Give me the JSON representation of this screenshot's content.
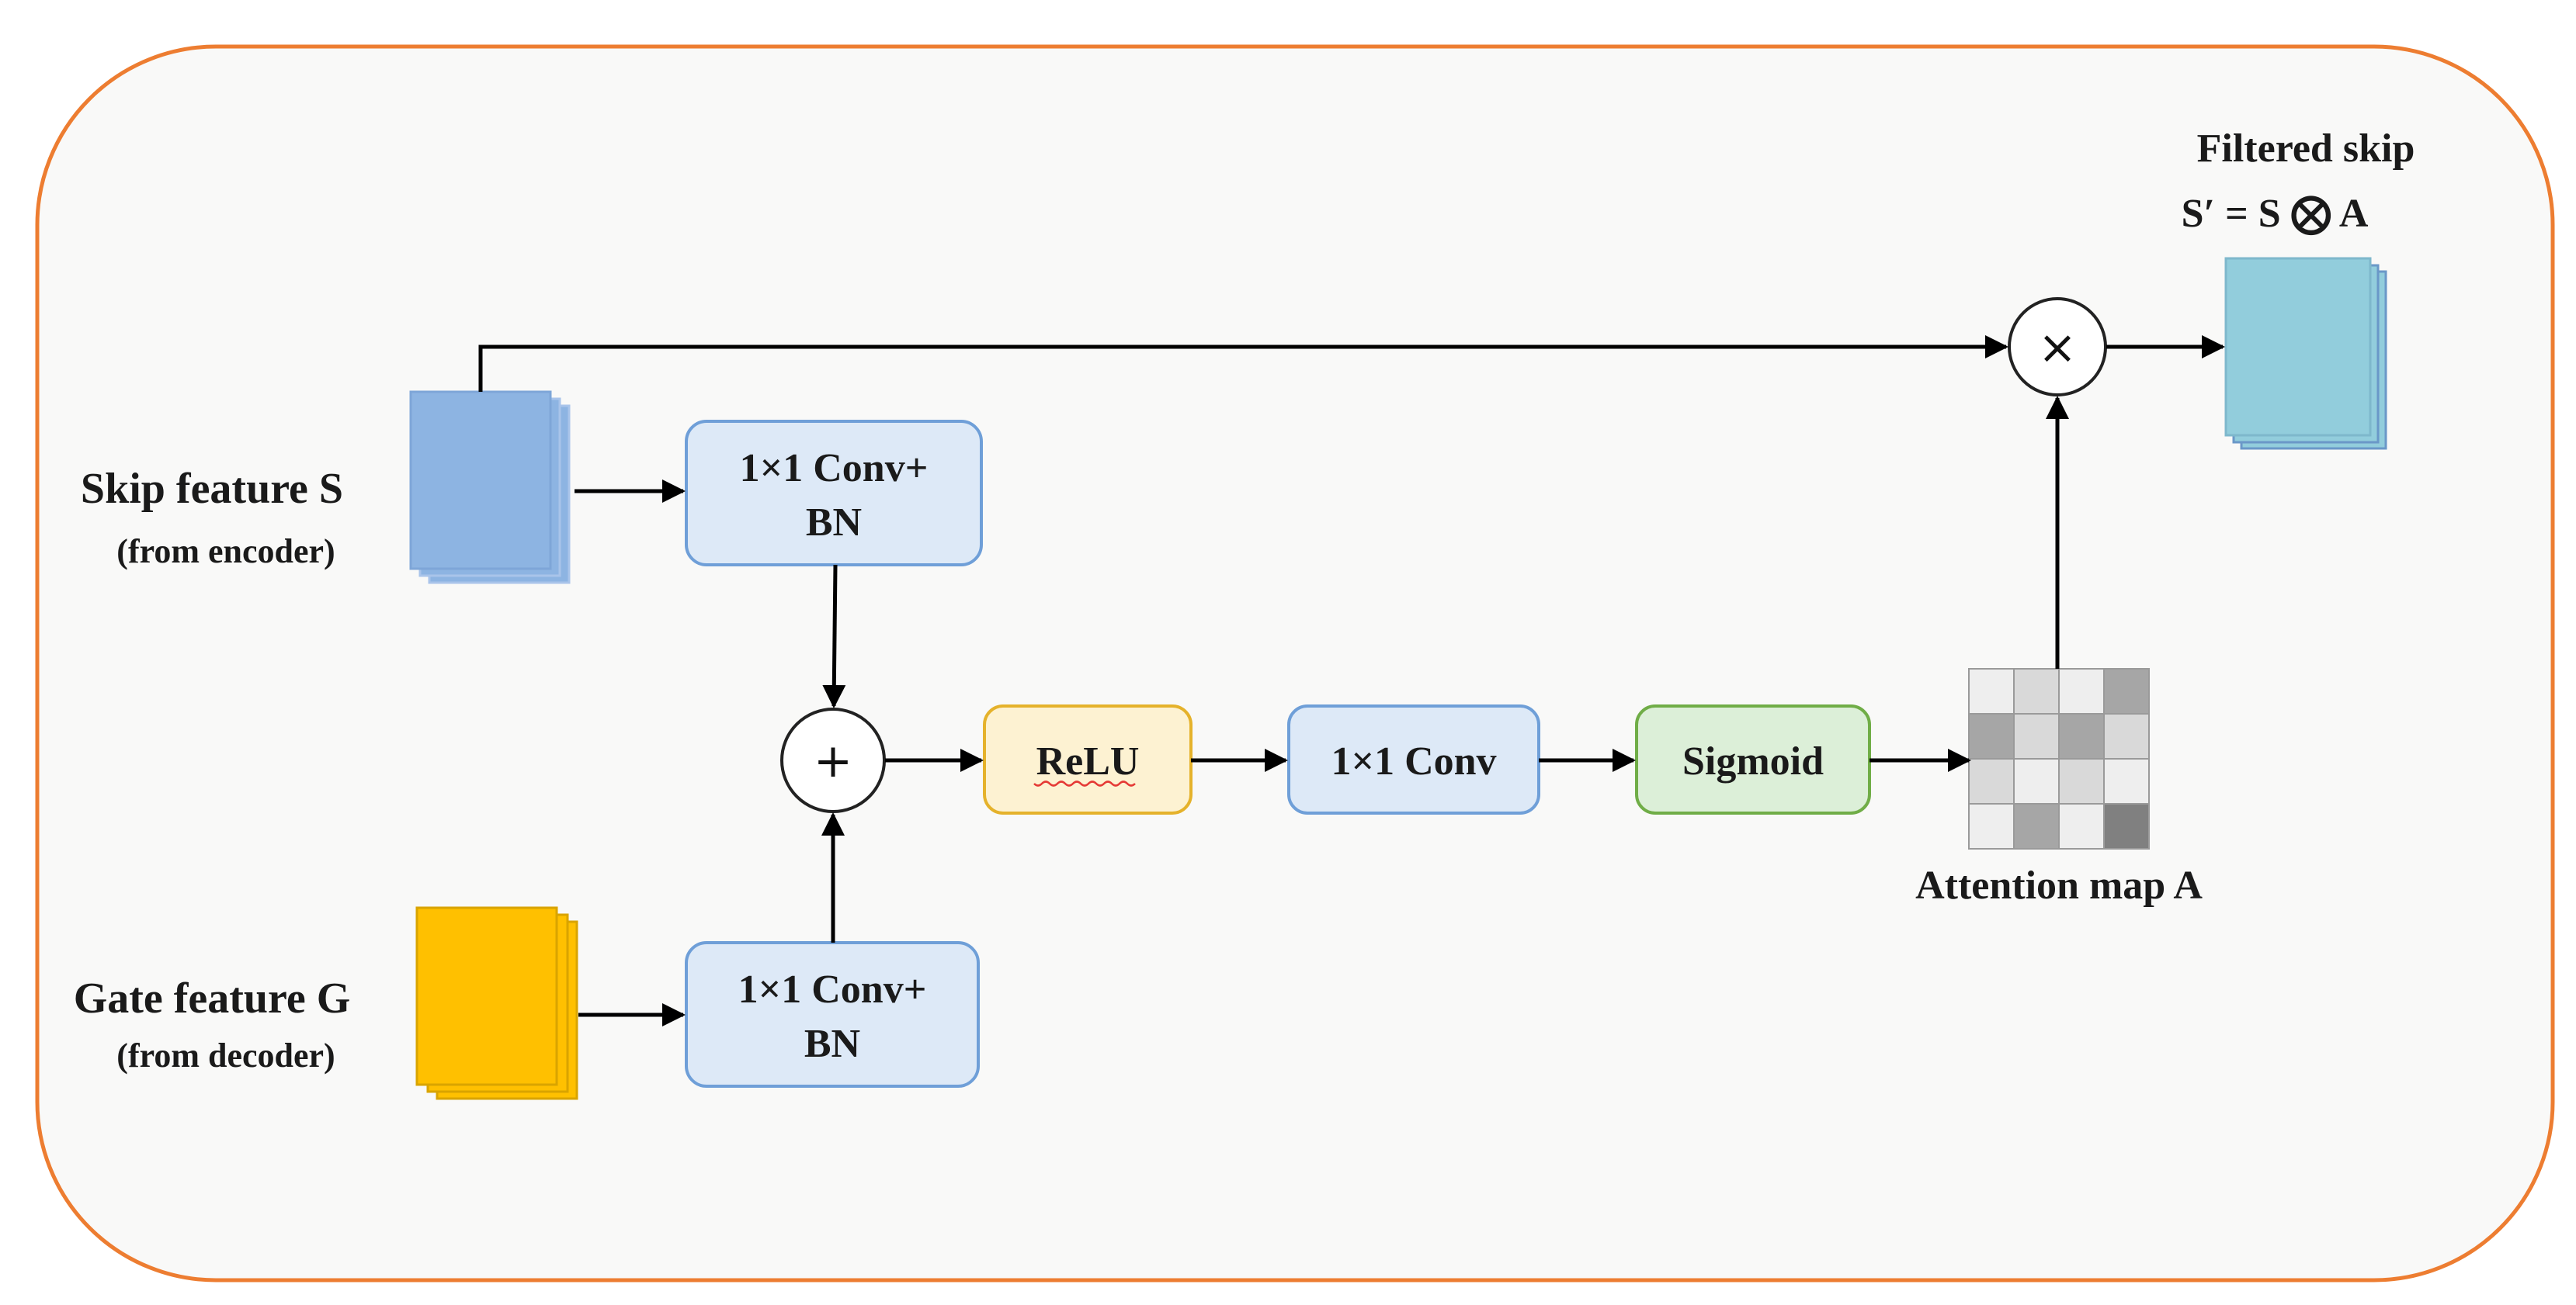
{
  "skip_feature": {
    "title": "Skip feature S",
    "subtitle": "(from encoder)",
    "color": "#8db4e2"
  },
  "gate_feature": {
    "title": "Gate feature G",
    "subtitle": "(from decoder)",
    "color": "#ffc000"
  },
  "conv_bn_top": {
    "line1": "1×1 Conv+",
    "line2": "BN"
  },
  "conv_bn_bottom": {
    "line1": "1×1 Conv+",
    "line2": "BN"
  },
  "add_op": {
    "symbol": "+"
  },
  "relu": {
    "label": "ReLU"
  },
  "conv1x1": {
    "label": "1×1 Conv"
  },
  "sigmoid": {
    "label": "Sigmoid"
  },
  "attention_map": {
    "label": "Attention map A",
    "cells": [
      [
        "#eeeeee",
        "#d9d9d9",
        "#eeeeee",
        "#a6a6a6"
      ],
      [
        "#a6a6a6",
        "#d9d9d9",
        "#a6a6a6",
        "#d9d9d9"
      ],
      [
        "#d9d9d9",
        "#eeeeee",
        "#d9d9d9",
        "#eeeeee"
      ],
      [
        "#eeeeee",
        "#a6a6a6",
        "#eeeeee",
        "#808080"
      ]
    ]
  },
  "multiply_op": {
    "symbol": "×"
  },
  "output": {
    "title": "Filtered skip",
    "formula": "S′ = S ⨂ A",
    "color": "#92cddc"
  },
  "colors": {
    "frame": "#ed7d31",
    "conv_fill": "#dde9f7",
    "conv_stroke": "#6f9fd8",
    "relu_fill": "#fdf2d2",
    "relu_stroke": "#e5b22b",
    "sigmoid_fill": "#dcefd8",
    "sigmoid_stroke": "#70ad47"
  }
}
